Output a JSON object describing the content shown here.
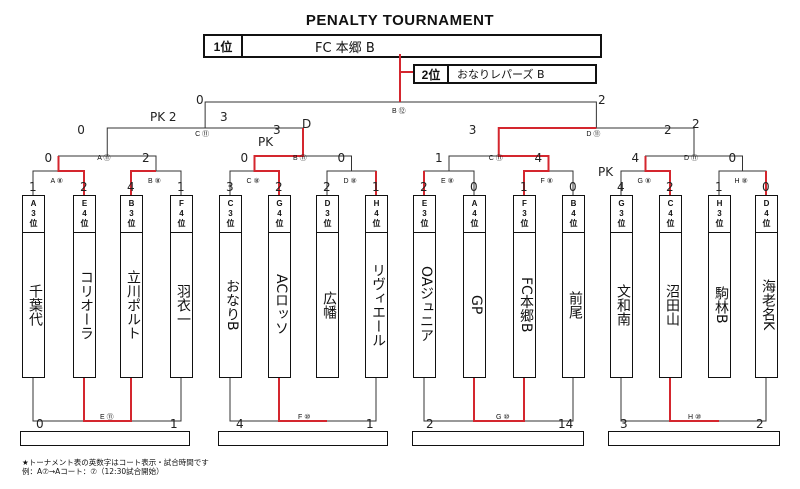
{
  "title": "PENALTY TOURNAMENT",
  "first_place": {
    "rank": "1位",
    "winner": "FC 本郷 B"
  },
  "second_place": {
    "rank": "2位",
    "winner": "おなりレパーズ B"
  },
  "teams": [
    {
      "seed": [
        "A",
        "3",
        "位"
      ],
      "name": "千葉代"
    },
    {
      "seed": [
        "E",
        "4",
        "位"
      ],
      "name": "コリオーラ"
    },
    {
      "seed": [
        "B",
        "3",
        "位"
      ],
      "name": "立川ポルト"
    },
    {
      "seed": [
        "F",
        "4",
        "位"
      ],
      "name": "羽衣一"
    },
    {
      "seed": [
        "C",
        "3",
        "位"
      ],
      "name": "おなりB"
    },
    {
      "seed": [
        "G",
        "4",
        "位"
      ],
      "name": "ACロッソ"
    },
    {
      "seed": [
        "D",
        "3",
        "位"
      ],
      "name": "広幡"
    },
    {
      "seed": [
        "H",
        "4",
        "位"
      ],
      "name": "リヴィエール"
    },
    {
      "seed": [
        "E",
        "3",
        "位"
      ],
      "name": "OAジュニア"
    },
    {
      "seed": [
        "A",
        "4",
        "位"
      ],
      "name": "GP"
    },
    {
      "seed": [
        "F",
        "3",
        "位"
      ],
      "name": "FC本郷B"
    },
    {
      "seed": [
        "B",
        "4",
        "位"
      ],
      "name": "前尾"
    },
    {
      "seed": [
        "G",
        "3",
        "位"
      ],
      "name": "文和南"
    },
    {
      "seed": [
        "C",
        "4",
        "位"
      ],
      "name": "沼田山"
    },
    {
      "seed": [
        "H",
        "3",
        "位"
      ],
      "name": "駒林B"
    },
    {
      "seed": [
        "D",
        "4",
        "位"
      ],
      "name": "海老名K"
    }
  ],
  "team_scores": [
    "1",
    "2",
    "4",
    "1",
    "3",
    "2",
    "2",
    "1",
    "2",
    "0",
    "1",
    "0",
    "4",
    "2",
    "1",
    "0"
  ],
  "match_labels_r1": [
    "A ⑧",
    "B ⑧",
    "C ⑧",
    "D ⑧",
    "E ⑧",
    "F ⑧",
    "G ⑧",
    "H ⑧"
  ],
  "r1_winner_scores": [
    "0",
    "2",
    "0",
    "0",
    "1",
    "4",
    "4",
    "0"
  ],
  "match_labels_r2": [
    "A ⑪",
    "B ⑪",
    "C ⑪",
    "D ⑪"
  ],
  "r2_winner_scores": [
    "0",
    "3",
    "3",
    "2"
  ],
  "match_labels_sf": [
    "C ⑪",
    "D ⑪"
  ],
  "sf_scores": [
    "PK 2",
    "3",
    "D",
    "2"
  ],
  "final_label": "B ⑫",
  "final_scores": [
    "0",
    "2"
  ],
  "pk_marks": [
    "PK",
    "PK"
  ],
  "bottom_labels": [
    "E ⑪",
    "F ⑩",
    "G ⑩",
    "H ⑩"
  ],
  "bottom_scores": [
    "0",
    "1",
    "4",
    "1",
    "2",
    "14",
    "3",
    "2"
  ],
  "notes": [
    "★トーナメント表の英数字はコート表示・試合時間です",
    "例：A⑦→Aコート：⑦（12:30試合開始）"
  ]
}
